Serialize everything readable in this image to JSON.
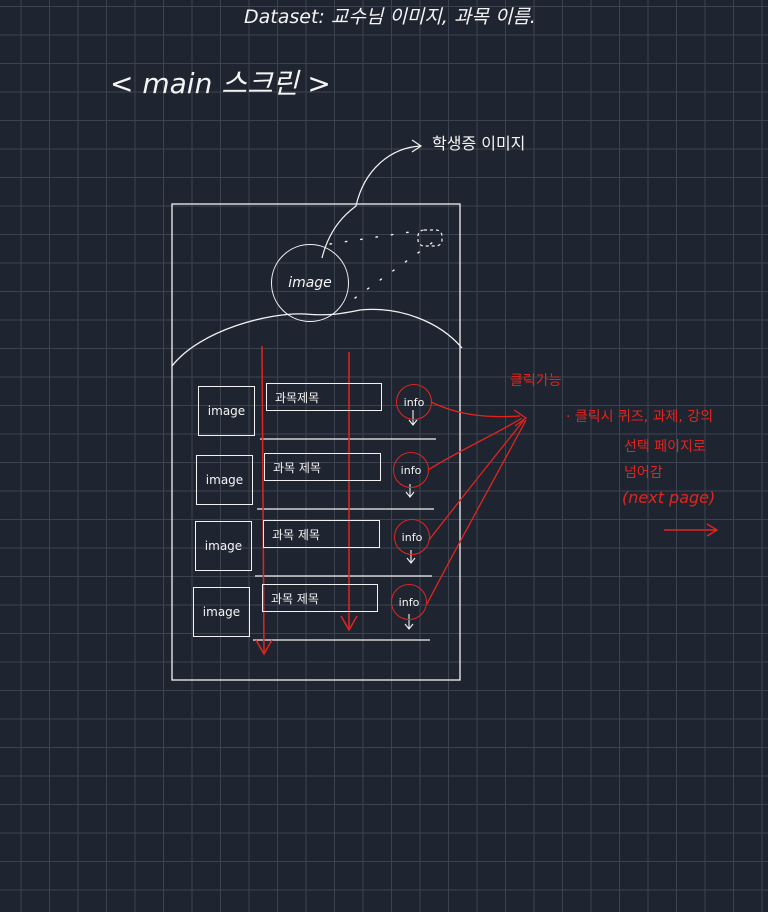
{
  "header": {
    "dataset_note": "Dataset: 교수님 이미지, 과목 이름.",
    "screen_label": "< main 스크린 >"
  },
  "student_image_label": "학생증 이미지",
  "profile_image_label": "image",
  "courses": [
    {
      "image_label": "image",
      "title": "과목제목",
      "info_label": "info"
    },
    {
      "image_label": "image",
      "title": "과목 제목",
      "info_label": "info"
    },
    {
      "image_label": "image",
      "title": "과목 제목",
      "info_label": "info"
    },
    {
      "image_label": "image",
      "title": "과목 제목",
      "info_label": "info"
    }
  ],
  "annotations": {
    "clickable": "클릭가능",
    "click_note_line1": "· 클릭시 퀴즈, 과제, 강의",
    "click_note_line2": "선택 페이지로",
    "click_note_line3": "넘어감",
    "click_note_line4": "(next page)"
  },
  "colors": {
    "background": "#1f2530",
    "grid": "#3c4350",
    "sketch": "#f2f2f2",
    "annotation": "#e2241f"
  }
}
